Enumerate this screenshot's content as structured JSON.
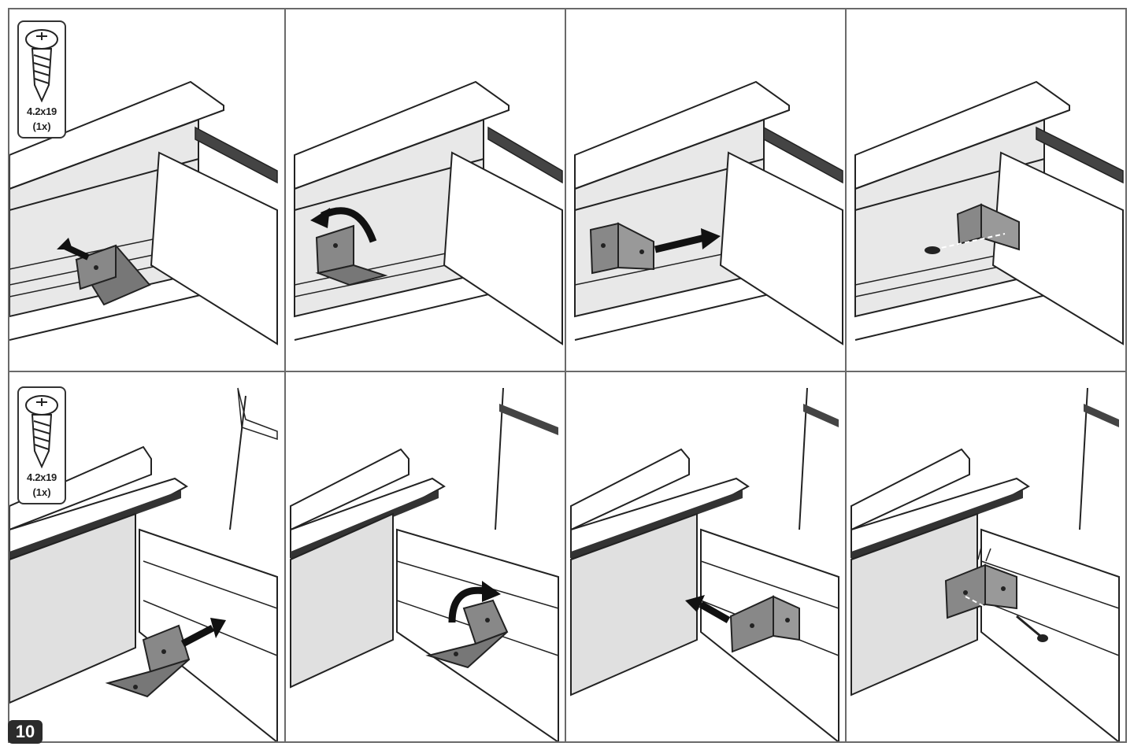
{
  "step": {
    "number": "10"
  },
  "screws": [
    {
      "size": "4.2x19",
      "quantity": "(1x)"
    },
    {
      "size": "4.2x19",
      "quantity": "(1x)"
    }
  ]
}
